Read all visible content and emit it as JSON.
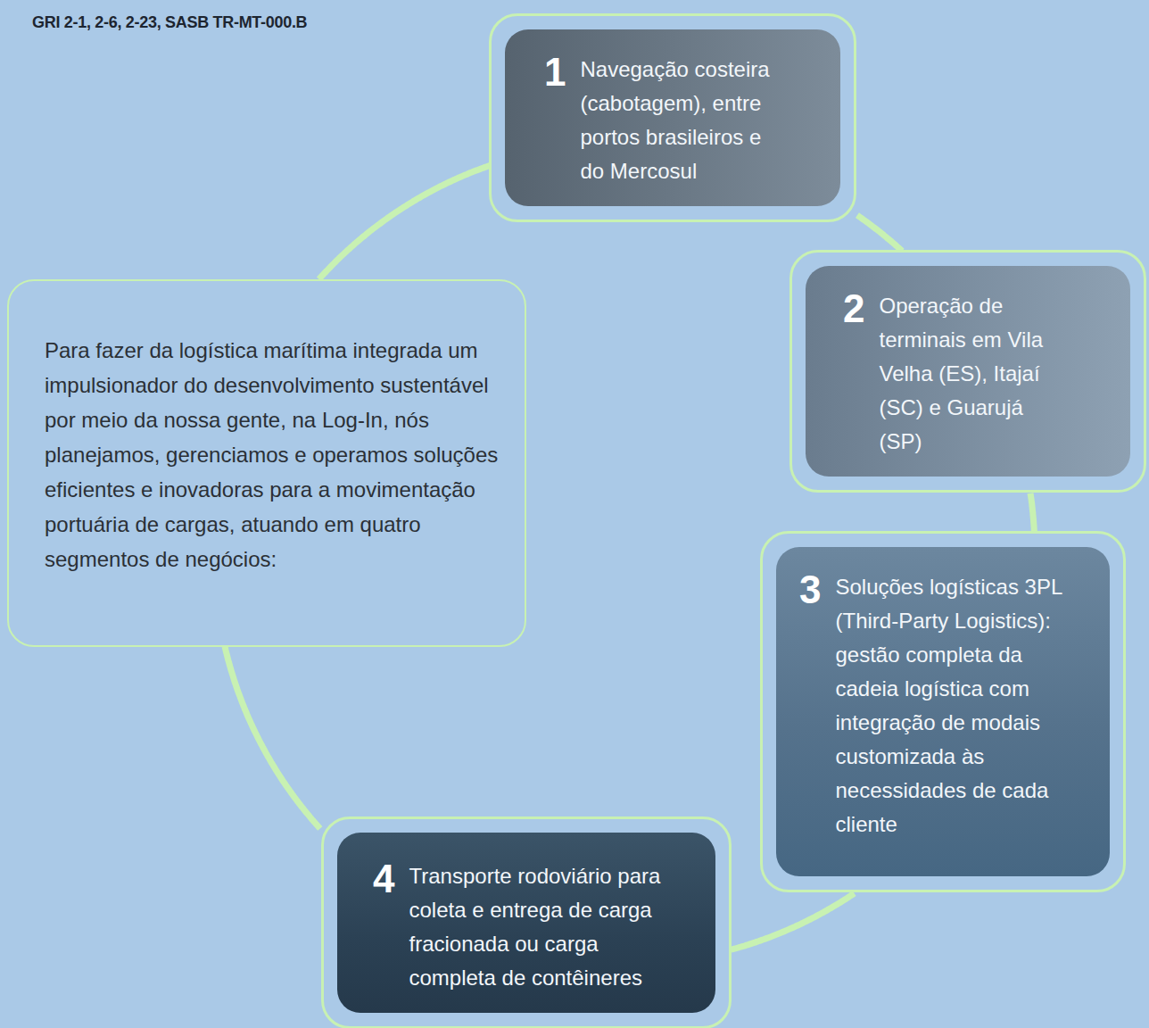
{
  "diagram": {
    "nodes": [
      {
        "text": [
          "Para fazer da logística marítima integrada um impulsionador do desenvolvimento sustentável por meio da nossa gente, na Log-In, nós planejamos, gerenciamos e operamos soluções eficientes e inovadoras para a movimentação portuária de cargas, atuando em quatro segmentos de negócios:"
        ]
      },
      {
        "text": [
          "1",
          "Navegação costeira (cabotagem), entre portos brasileiros e do Mercosul"
        ]
      },
      {
        "text": [
          "2",
          "Operação de terminais em Vila Velha (ES), Itajaí (SC) e Guarujá (SP)"
        ]
      },
      {
        "text": [
          "3",
          "Soluções logísticas 3PL (Third-Party Logistics): gestão completa da cadeia logística com integração de modais customizada às necessidades de cada cliente"
        ]
      },
      {
        "text": [
          "4",
          "Transporte rodoviário para coleta e entrega de carga fracionada ou carga completa de contêineres"
        ]
      }
    ],
    "edges": [
      {
        "from": 0,
        "to": 1,
        "arrow": "none"
      },
      {
        "from": 1,
        "to": 2,
        "arrow": "none"
      },
      {
        "from": 2,
        "to": 3,
        "arrow": "none"
      },
      {
        "from": 3,
        "to": 4,
        "arrow": "none"
      },
      {
        "from": 4,
        "to": 0,
        "arrow": "none"
      }
    ],
    "labels": [
      "GRI 2-1, 2-6, 2-23, SASB TR-MT-000.B"
    ]
  }
}
